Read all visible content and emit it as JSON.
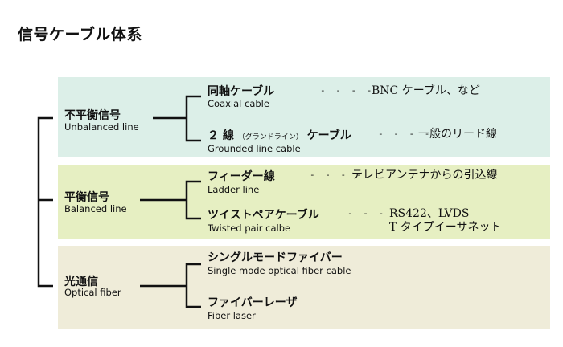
{
  "title": "信号ケーブル体系",
  "categories": [
    {
      "name_ja": "不平衡信号",
      "name_en": "Unbalanced line",
      "items": [
        {
          "name_ja": "同軸ケーブル",
          "name_en": "Coaxial cable",
          "note": "BNC ケーブル、など"
        },
        {
          "name_ja_pre": "２ 線",
          "name_ja_small": "（グランドライン）",
          "name_ja_post": "ケーブル",
          "name_en": "Grounded line cable",
          "note": "一般のリード線"
        }
      ]
    },
    {
      "name_ja": "平衡信号",
      "name_en": "Balanced line",
      "items": [
        {
          "name_ja": "フィーダー線",
          "name_en": "Ladder line",
          "note": "テレビアンテナからの引込線"
        },
        {
          "name_ja": "ツイストペアケーブル",
          "name_en": "Twisted pair calbe",
          "note": "RS422、LVDS",
          "note2": "T タイプイーサネット"
        }
      ]
    },
    {
      "name_ja": "光通信",
      "name_en": "Optical fiber",
      "items": [
        {
          "name_ja": "シングルモードファイバー",
          "name_en": "Single mode optical fiber cable"
        },
        {
          "name_ja": "ファイバーレーザ",
          "name_en": "Fiber laser"
        }
      ]
    }
  ],
  "dash_long": "- - - - -",
  "dash_short": "- - - -",
  "colors": {
    "unbalanced_band": "#dcefe8",
    "balanced_band": "#e6efc2",
    "optical_band": "#efecd9",
    "line": "#111111"
  }
}
